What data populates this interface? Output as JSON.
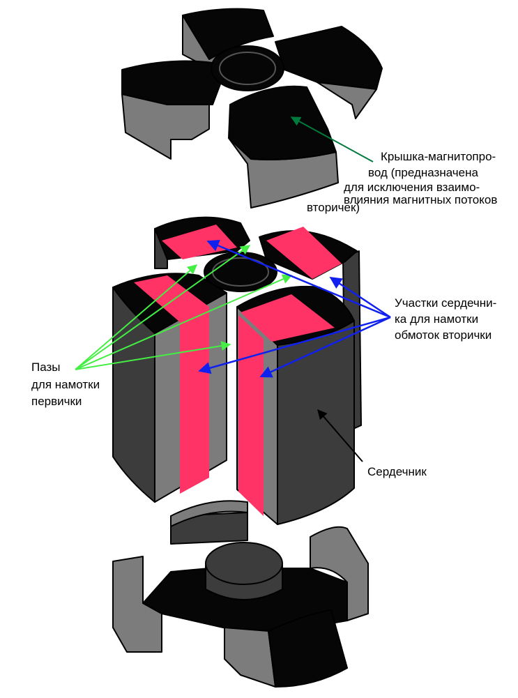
{
  "colors": {
    "black_face": "#060606",
    "gray_side": "#7c7c7c",
    "dark_side": "#3c3c3c",
    "red_slot": "#ff3366",
    "green_arrow": "#007a3d",
    "light_green_arrow": "#44ee44",
    "blue_arrow": "#1020ee",
    "black_arrow": "#000000"
  },
  "labels": {
    "cap": {
      "lines": [
        "Крышка-магнитопро-",
        "вод (предназначена",
        "для исключения взаимо-",
        "влияния магнитных потоков",
        "вторичек)"
      ]
    },
    "core_sections": {
      "lines": [
        "Участки сердечни-",
        "ка для  намотки",
        "обмоток вторички"
      ]
    },
    "slots": {
      "lines": [
        "Пазы",
        "для намотки",
        "первички"
      ]
    },
    "core": {
      "text": "Сердечник"
    }
  }
}
